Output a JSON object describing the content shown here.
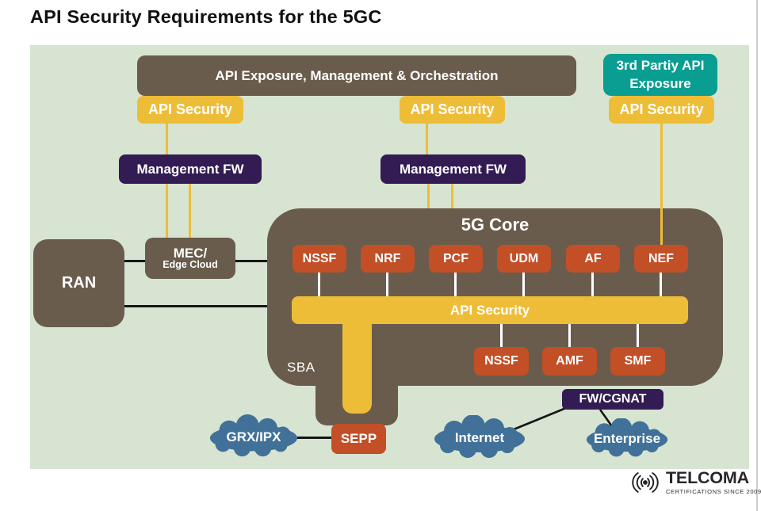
{
  "page": {
    "title": "API Security Requirements for the 5GC"
  },
  "palette": {
    "panel_green": "#d7e4d1",
    "brown": "#6a5c4c",
    "yellow": "#eebd38",
    "teal": "#0a9d92",
    "purple": "#331c54",
    "red": "#c34f27",
    "cloud_blue": "#417199"
  },
  "top_layer": {
    "exposure_management": "API Exposure, Management & Orchestration",
    "third_party_line1": "3rd Partiy API",
    "third_party_line2": "Exposure",
    "api_security_left": "API Security",
    "api_security_middle": "API Security",
    "api_security_right": "API Security"
  },
  "firewalls": {
    "management_fw_left": "Management FW",
    "management_fw_right": "Management FW",
    "fw_cgnat": "FW/CGNAT"
  },
  "access_layer": {
    "ran": "RAN",
    "mec_line1": "MEC/",
    "mec_line2": "Edge Cloud"
  },
  "core": {
    "title": "5G Core",
    "nf_top": [
      "NSSF",
      "NRF",
      "PCF",
      "UDM",
      "AF",
      "NEF"
    ],
    "api_security_bar": "API Security",
    "sba": "SBA",
    "nf_bottom": [
      "NSSF",
      "AMF",
      "SMF"
    ],
    "sepp": "SEPP"
  },
  "external_networks": {
    "grx_ipx": "GRX/IPX",
    "internet": "Internet",
    "enterprise": "Enterprise"
  },
  "logo": {
    "icon": "signal-waves-icon",
    "name": "TELCOMA",
    "tagline": "CERTIFICATIONS SINCE 2009"
  }
}
